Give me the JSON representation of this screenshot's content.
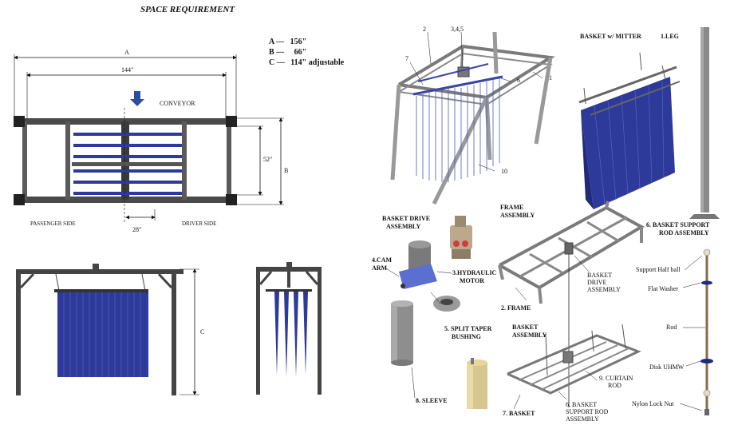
{
  "title": "SPACE REQUIREMENT",
  "specs": [
    {
      "key": "A",
      "dash": "—",
      "value": "156\""
    },
    {
      "key": "B",
      "dash": "—",
      "value": "66\""
    },
    {
      "key": "C",
      "dash": "—",
      "value": "114\" adjustable"
    }
  ],
  "plan": {
    "dim_a": "A",
    "dim_144": "144\"",
    "conveyor": "CONVEYOR",
    "dim_52": "52\"",
    "dim_b": "B",
    "dim_28": "28\"",
    "passenger_side": "PASSENGER SIDE",
    "driver_side": "DRIVER SIDE"
  },
  "front_view": {
    "dim_c": "C"
  },
  "callouts": [
    "2",
    "3,4,5",
    "7",
    "6",
    "1",
    "10"
  ],
  "sections": {
    "basket_mitter": "BASKET w/ MITTER",
    "leg": "1.LEG",
    "basket_drive_l1": "BASKET DRIVE",
    "basket_drive_l2": "ASSEMBLY",
    "frame_assembly_l1": "FRAME",
    "frame_assembly_l2": "ASSEMBLY",
    "basket_support_l1": "6. BASKET SUPPORT",
    "basket_support_l2": "ROD ASSEMBLY",
    "basket_assembly_l1": "BASKET",
    "basket_assembly_l2": "ASSEMBLY"
  },
  "parts": {
    "cam_arm_l1": "4.CAM",
    "cam_arm_l2": "ARM",
    "hydraulic_l1": "3.HYDRAULIC",
    "hydraulic_l2": "MOTOR",
    "split_l1": "5. SPLIT TAPER",
    "split_l2": "BUSHING",
    "sleeve": "8. SLEEVE",
    "frame": "2. FRAME",
    "basket_drive_s1": "BASKET",
    "basket_drive_s2": "DRIVE",
    "basket_drive_s3": "ASSEMBLY",
    "curtain_rod_l1": "9. CURTAIN",
    "curtain_rod_l2": "ROD",
    "bsr_l1": "6. BASKET",
    "bsr_l2": "SUPPORT ROD",
    "bsr_l3": "ASSEMBLY",
    "basket": "7. BASKET"
  },
  "rod_parts": [
    "Support Half ball",
    "Flat Washer",
    "Rod",
    "Disk UHMW",
    "Nylon Lock Nut"
  ],
  "colors": {
    "curtain": "#2e3a9a",
    "curtain_dark": "#1f2a7a",
    "frame": "#555555",
    "arrow": "#2b4f9e"
  }
}
